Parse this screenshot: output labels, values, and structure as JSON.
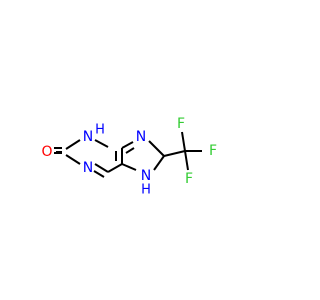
{
  "molecule": {
    "atoms": {
      "oxygen": {
        "symbol": "O",
        "color": "#ff0000"
      },
      "n3": {
        "symbol": "N",
        "color": "#0000ff"
      },
      "n3_h": {
        "symbol": "H",
        "color": "#0000ff"
      },
      "n1": {
        "symbol": "N",
        "color": "#0000ff"
      },
      "n9": {
        "symbol": "N",
        "color": "#0000ff"
      },
      "n7": {
        "symbol": "N",
        "color": "#0000ff"
      },
      "n7_h": {
        "symbol": "H",
        "color": "#0000ff"
      },
      "f_top": {
        "symbol": "F",
        "color": "#33cc33"
      },
      "f_right": {
        "symbol": "F",
        "color": "#33cc33"
      },
      "f_bottom": {
        "symbol": "F",
        "color": "#33cc33"
      }
    },
    "bond_color": "#000000"
  }
}
